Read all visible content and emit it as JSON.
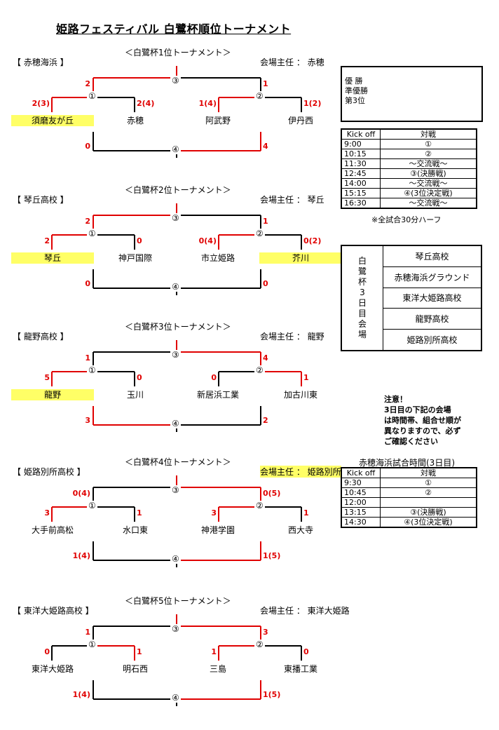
{
  "title": "姫路フェスティバル 白鷺杯順位トーナメント",
  "brackets": [
    {
      "subtitle": "＜白鷺杯1位トーナメント＞",
      "venue": "【 赤穂海浜 】",
      "manager": "会場主任 ： 赤穂",
      "teams": [
        "須磨友が丘",
        "赤穂",
        "阿武野",
        "伊丹西"
      ],
      "highlight": [
        true,
        false,
        false,
        false
      ],
      "match_labels": [
        "①",
        "②",
        "③",
        "④"
      ],
      "scores": {
        "m1_left": "2(3)",
        "m1_right": "2(4)",
        "m2_left": "1(4)",
        "m2_right": "1(2)",
        "m3_left": "2",
        "m3_right": "1",
        "m4_left": "0",
        "m4_right": "4"
      },
      "red": {
        "m1": "left",
        "m2": "left",
        "m3": "left",
        "m4": "right"
      }
    },
    {
      "subtitle": "＜白鷺杯2位トーナメント＞",
      "venue": "【 琴丘高校 】",
      "manager": "会場主任 ： 琴丘",
      "teams": [
        "琴丘",
        "神戸国際",
        "市立姫路",
        "芥川"
      ],
      "highlight": [
        true,
        false,
        false,
        true
      ],
      "match_labels": [
        "①",
        "②",
        "③",
        "④"
      ],
      "scores": {
        "m1_left": "2",
        "m1_right": "0",
        "m2_left": "0(4)",
        "m2_right": "0(2)",
        "m3_left": "2",
        "m3_right": "1",
        "m4_left": "0",
        "m4_right": "0"
      },
      "red": {
        "m1": "left",
        "m2": "left",
        "m3": "left",
        "m4": "none"
      }
    },
    {
      "subtitle": "＜白鷺杯3位トーナメント＞",
      "venue": "【 龍野高校 】",
      "manager": "会場主任 ： 龍野",
      "teams": [
        "龍野",
        "玉川",
        "新居浜工業",
        "加古川東"
      ],
      "highlight": [
        true,
        false,
        false,
        false
      ],
      "match_labels": [
        "①",
        "②",
        "③",
        "④"
      ],
      "scores": {
        "m1_left": "5",
        "m1_right": "0",
        "m2_left": "0",
        "m2_right": "1",
        "m3_left": "1",
        "m3_right": "4",
        "m4_left": "3",
        "m4_right": "2"
      },
      "red": {
        "m1": "left",
        "m2": "right",
        "m3": "right",
        "m4": "left"
      }
    },
    {
      "subtitle": "＜白鷺杯4位トーナメント＞",
      "venue": "【 姫路別所高校 】",
      "manager": "会場主任 ： 姫路別所",
      "teams": [
        "大手前高松",
        "水口東",
        "神港学園",
        "西大寺"
      ],
      "highlight": [
        false,
        false,
        false,
        false
      ],
      "match_labels": [
        "①",
        "②",
        "③",
        "④"
      ],
      "scores": {
        "m1_left": "3",
        "m1_right": "1",
        "m2_left": "3",
        "m2_right": "1",
        "m3_left": "0(4)",
        "m3_right": "0(5)",
        "m4_left": "1(4)",
        "m4_right": "1(5)"
      },
      "red": {
        "m1": "left",
        "m2": "left",
        "m3": "right",
        "m4": "right"
      }
    },
    {
      "subtitle": "＜白鷺杯5位トーナメント＞",
      "venue": "【 東洋大姫路高校 】",
      "manager": "会場主任 ： 東洋大姫路",
      "teams": [
        "東洋大姫路",
        "明石西",
        "三島",
        "東播工業"
      ],
      "highlight": [
        false,
        false,
        false,
        false
      ],
      "match_labels": [
        "①",
        "②",
        "③",
        "④"
      ],
      "scores": {
        "m1_left": "0",
        "m1_right": "1",
        "m2_left": "1",
        "m2_right": "0",
        "m3_left": "1",
        "m3_right": "3",
        "m4_left": "1(4)",
        "m4_right": "1(5)"
      },
      "red": {
        "m1": "right",
        "m2": "left",
        "m3": "right",
        "m4": "right"
      }
    }
  ],
  "placings": [
    "優 勝",
    "準優勝",
    "第3位"
  ],
  "schedule1": {
    "header": [
      "Kick off",
      "対戦"
    ],
    "rows": [
      [
        "9:00",
        "①"
      ],
      [
        "10:15",
        "②"
      ],
      [
        "11:30",
        "～交流戦～"
      ],
      [
        "12:45",
        "③(決勝戦)"
      ],
      [
        "14:00",
        "～交流戦～"
      ],
      [
        "15:15",
        "④(3位決定戦)"
      ],
      [
        "16:30",
        "～交流戦～"
      ]
    ],
    "note": "※全試合30分ハーフ"
  },
  "venues_box": {
    "label": [
      "白",
      "鷺",
      "杯",
      "3",
      "日",
      "目",
      "会",
      "場"
    ],
    "items": [
      "琴丘高校",
      "赤穂海浜グラウンド",
      "東洋大姫路高校",
      "龍野高校",
      "姫路別所高校"
    ]
  },
  "caution": [
    "注意！",
    "3日目の下記の会場",
    "は時間帯、組合せ順が",
    "異なりますので、必ず",
    "ご確認ください"
  ],
  "schedule2": {
    "title": "赤穂海浜試合時間(3日目)",
    "header": [
      "Kick off",
      "対戦"
    ],
    "rows": [
      [
        "9:30",
        "①"
      ],
      [
        "10:45",
        "②"
      ],
      [
        "12:00",
        ""
      ],
      [
        "13:15",
        "③(決勝戦)"
      ],
      [
        "14:30",
        "④(3位決定戦)"
      ]
    ]
  },
  "colors": {
    "winner_line": "#e00000",
    "highlight": "#ffff66"
  }
}
